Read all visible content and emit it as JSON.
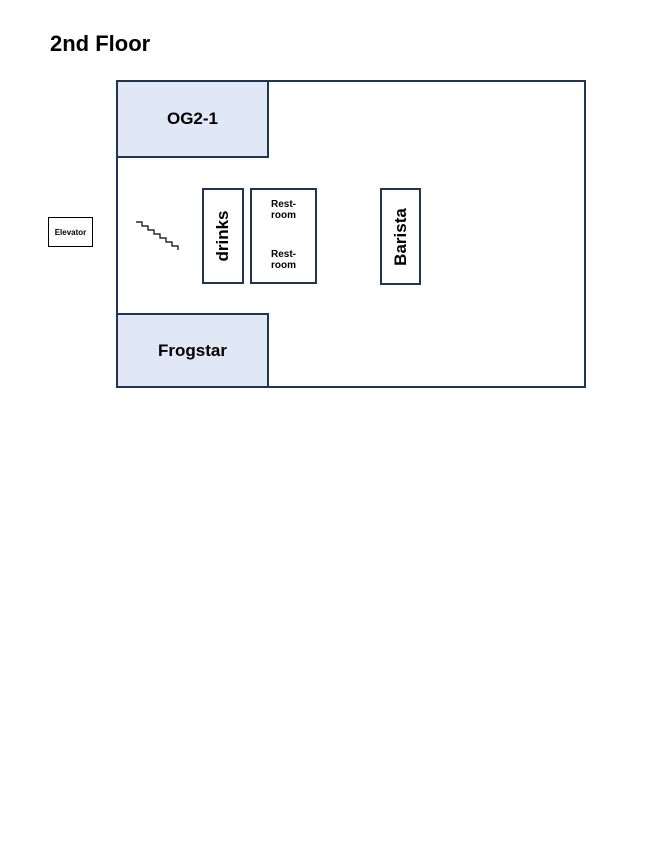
{
  "page": {
    "title": "2nd Floor"
  },
  "rooms": {
    "og2": "OG2-1",
    "frogstar": "Frogstar",
    "drinks": "drinks",
    "restroom_top": "Rest-\nroom",
    "restroom_bottom": "Rest-\nroom",
    "barista": "Barista"
  },
  "elevator": {
    "label": "Elevator"
  },
  "icons": {
    "stairs": "stairs-icon"
  },
  "colors": {
    "outline": "#1f3553",
    "shaded_room_fill": "#dfe8f4"
  }
}
